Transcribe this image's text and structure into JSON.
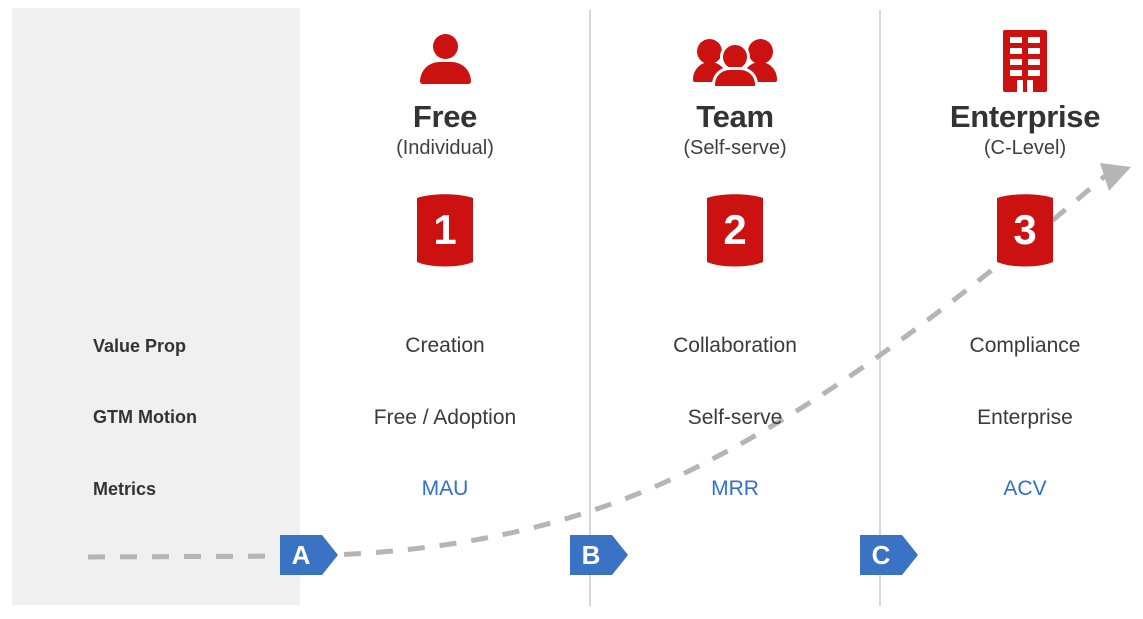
{
  "colors": {
    "red": "#cc1111",
    "blue": "#3a72c4",
    "blue_text": "#2f6fd0",
    "gray_panel": "#f0f0f0",
    "divider": "#d8d8d8",
    "dash": "#b5b5b5",
    "text_dark": "#333333"
  },
  "columns": [
    {
      "key": "free",
      "icon": "person-icon",
      "name": "Free",
      "subtitle": "(Individual)",
      "badge_number": "1",
      "value_prop": "Creation",
      "gtm_motion": "Free / Adoption",
      "metric": "MAU",
      "marker": "A"
    },
    {
      "key": "team",
      "icon": "people-group-icon",
      "name": "Team",
      "subtitle": "(Self-serve)",
      "badge_number": "2",
      "value_prop": "Collaboration",
      "gtm_motion": "Self-serve",
      "metric": "MRR",
      "marker": "B"
    },
    {
      "key": "enterprise",
      "icon": "building-icon",
      "name": "Enterprise",
      "subtitle": "(C-Level)",
      "badge_number": "3",
      "value_prop": "Compliance",
      "gtm_motion": "Enterprise",
      "metric": "ACV",
      "marker": "C"
    }
  ],
  "row_labels": {
    "value_prop": "Value Prop",
    "gtm_motion": "GTM Motion",
    "metrics": "Metrics"
  }
}
